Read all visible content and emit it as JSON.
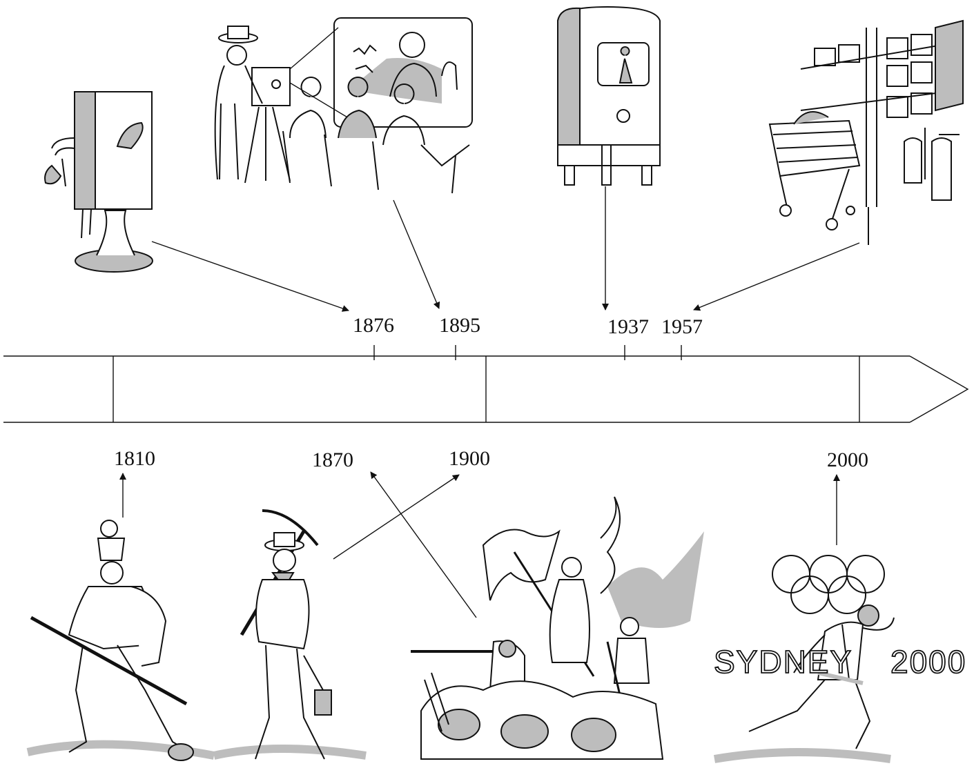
{
  "timeline": {
    "upper_years": [
      {
        "label": "1876",
        "depicts": "telephone-illustration"
      },
      {
        "label": "1895",
        "depicts": "cinema-illustration"
      },
      {
        "label": "1937",
        "depicts": "television-illustration"
      },
      {
        "label": "1957",
        "depicts": "supermarket-illustration"
      }
    ],
    "lower_years": [
      {
        "label": "1810",
        "depicts": "soldier-illustration"
      },
      {
        "label": "1870",
        "depicts": "revolution-illustration"
      },
      {
        "label": "1900",
        "depicts": "miner-illustration"
      },
      {
        "label": "2000",
        "depicts": "olympic-runner-illustration"
      }
    ]
  },
  "illustrations": {
    "olympics_sign_left": "SYDNEY",
    "olympics_sign_right": "2000"
  },
  "colors": {
    "ink": "#111111",
    "shade": "#bdbdbd",
    "paper": "#ffffff"
  }
}
